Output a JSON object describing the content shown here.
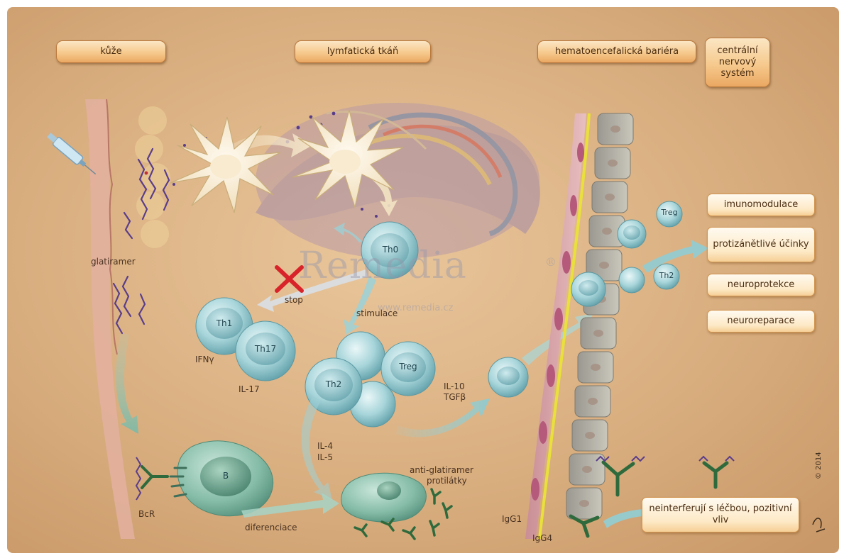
{
  "headers": {
    "skin": "kůže",
    "lymph": "lymfatická tkáň",
    "bbb": "hematoencefalická bariéra",
    "cns": "centrální nervový systém"
  },
  "effects": [
    "imunomodulace",
    "protizánětlivé účinky",
    "neuroprotekce",
    "neuroreparace"
  ],
  "outcome": "neinterferují s léčbou, pozitivní vliv",
  "cells": {
    "th0": "Th0",
    "th1": "Th1",
    "th17": "Th17",
    "th2": "Th2",
    "treg_main": "Treg",
    "treg_cns": "Treg",
    "th2_cns": "Th2",
    "b": "B"
  },
  "labels": {
    "glatiramer": "glatiramer",
    "stop": "stop",
    "stimulace": "stimulace",
    "ifng": "IFNγ",
    "il17": "IL-17",
    "il10": "IL-10",
    "tgfb": "TGFβ",
    "il4": "IL-4",
    "il5": "IL-5",
    "antibodies_line1": "anti-glatiramer",
    "antibodies_line2": "protilátky",
    "bcr": "BcR",
    "diferenciace": "diferenciace",
    "igg1": "IgG1",
    "igg4": "IgG4"
  },
  "watermark": {
    "brand": "Remedia",
    "reg": "®",
    "url": "www.remedia.cz"
  },
  "copyright": "© 2014",
  "colors": {
    "background": "#d9ae80",
    "header_fill": "#f6c98d",
    "cell_teal": "#9fcfd4",
    "b_cell_green": "#7fb8a4",
    "antibody_green": "#2f6a3d",
    "glatiramer_purple": "#5a3d8a",
    "stop_red": "#d8232a"
  }
}
